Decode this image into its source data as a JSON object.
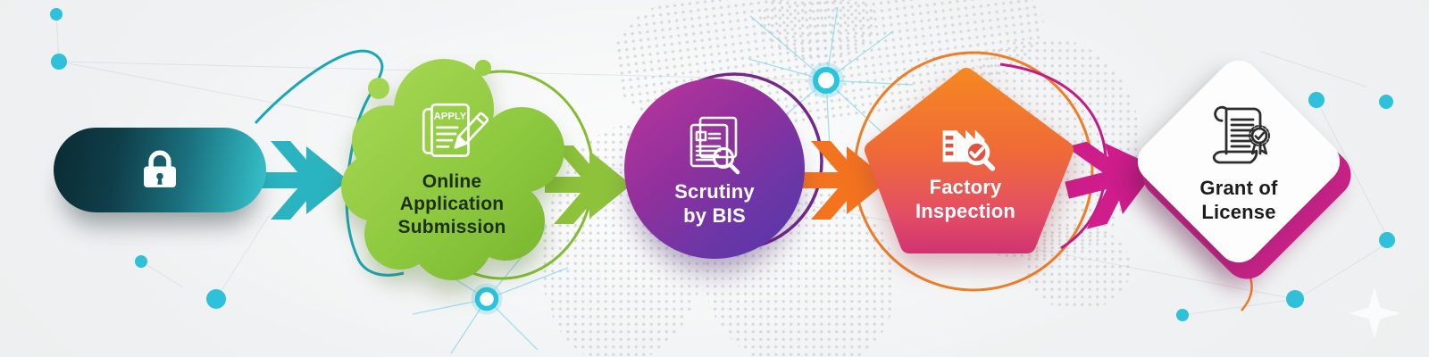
{
  "flow": {
    "step1": {
      "icon": "lock-icon",
      "shape": "pill",
      "color_start": "#0b2d35",
      "color_end": "#35b9c3"
    },
    "arrow1": {
      "color": "#2ab3c0"
    },
    "step2": {
      "label": "Online Application Submission",
      "icon": "apply-document-icon",
      "icon_text": "APPLY",
      "shape": "cloud",
      "color_start": "#9ed14b",
      "color_end": "#79b430",
      "text_color": "#1d2f0e"
    },
    "arrow2": {
      "color": "#8ec23b"
    },
    "step3": {
      "label": "Scrutiny by BIS",
      "icon": "document-search-icon",
      "shape": "circle",
      "color_start": "#b5359b",
      "color_end": "#5836aa",
      "text_color": "#ffffff"
    },
    "arrow3": {
      "color": "#f3731f"
    },
    "step4": {
      "label": "Factory Inspection",
      "icon": "factory-search-icon",
      "shape": "pentagon",
      "color_start": "#f68a1f",
      "color_end": "#cd2f73",
      "text_color": "#ffffff"
    },
    "arrow4": {
      "color": "#cf1d8c"
    },
    "step5": {
      "label": "Grant of License",
      "icon": "certificate-scroll-icon",
      "shape": "diamond",
      "border_color": "#c92287",
      "text_color": "#1c1c1c"
    }
  },
  "background": {
    "style": "dotted-world-map-with-network-nodes",
    "node_color": "#2fc0da",
    "map_dot_color": "#d2d3d5",
    "sparkle_icon": "sparkle-icon"
  }
}
